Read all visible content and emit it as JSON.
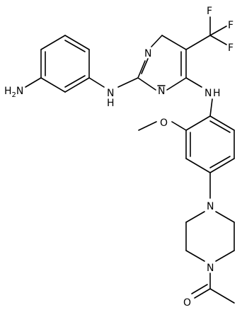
{
  "molecule": {
    "atoms": {
      "nh2": {
        "main": "H",
        "sub": "2",
        "tail": "N"
      },
      "nh_left": "N",
      "nh_left_h": "H",
      "n_pyr_top": "N",
      "n_pyr_bottom": "N",
      "nh_right": "N",
      "nh_right_h": "H",
      "f_top": "F",
      "f_right_top": "F",
      "f_right": "F",
      "o_methoxy": "O",
      "n_pip_top": "N",
      "n_pip_bottom": "N",
      "o_carbonyl": "O"
    },
    "colors": {
      "bond": "#000000",
      "text": "#000000",
      "background": "#ffffff"
    }
  }
}
